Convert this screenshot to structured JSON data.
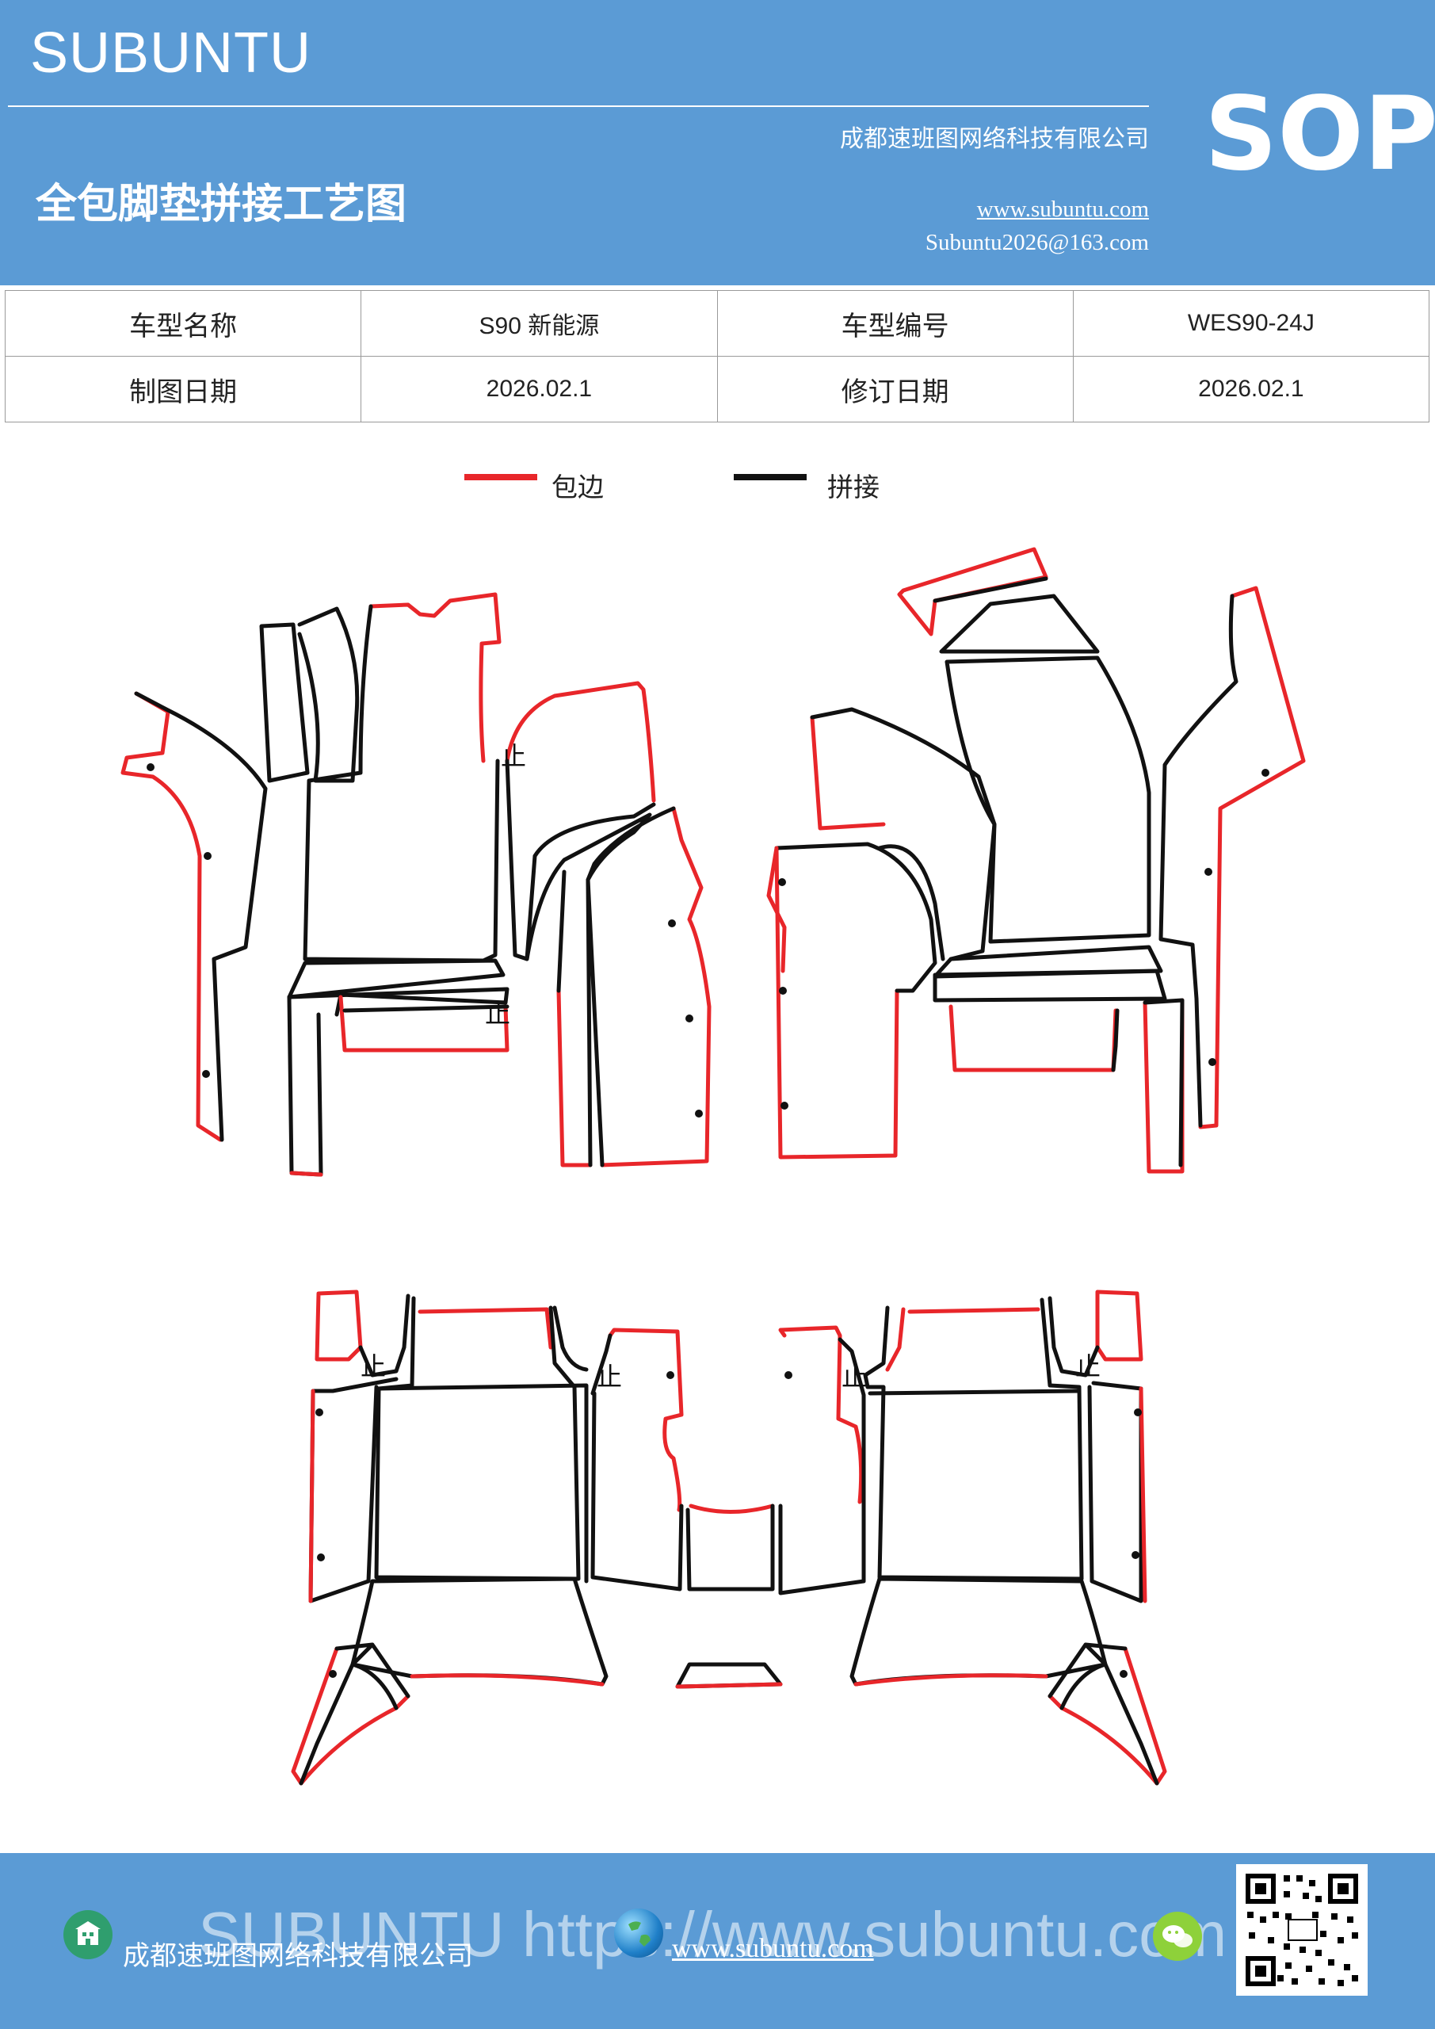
{
  "header": {
    "brand": "SUBUNTU",
    "company": "成都速班图网络科技有限公司",
    "title": "全包脚垫拼接工艺图",
    "website": "www.subuntu.com",
    "email": "Subuntu2026@163.com",
    "badge": "SOP"
  },
  "info_table": {
    "rows": [
      {
        "label1": "车型名称",
        "value1": "S90 新能源",
        "label2": "车型编号",
        "value2": "WES90-24J"
      },
      {
        "label1": "制图日期",
        "value1": "2026.02.1",
        "label2": "修订日期",
        "value2": "2026.02.1"
      }
    ]
  },
  "legend": {
    "items": [
      {
        "label": "包边",
        "color": "#e8262a"
      },
      {
        "label": "拼接",
        "color": "#111111"
      }
    ]
  },
  "drawing": {
    "stop_mark": "止"
  },
  "footer": {
    "company": "成都速班图网络科技有限公司",
    "website": "www.subuntu.com",
    "watermark": "SUBUNTU https://www.subuntu.com",
    "icons": [
      "building-icon",
      "globe-icon",
      "wechat-icon",
      "qr-code"
    ]
  },
  "colors": {
    "brand_blue": "#5b9bd5",
    "edge_red": "#e8262a",
    "seam_black": "#111111"
  }
}
